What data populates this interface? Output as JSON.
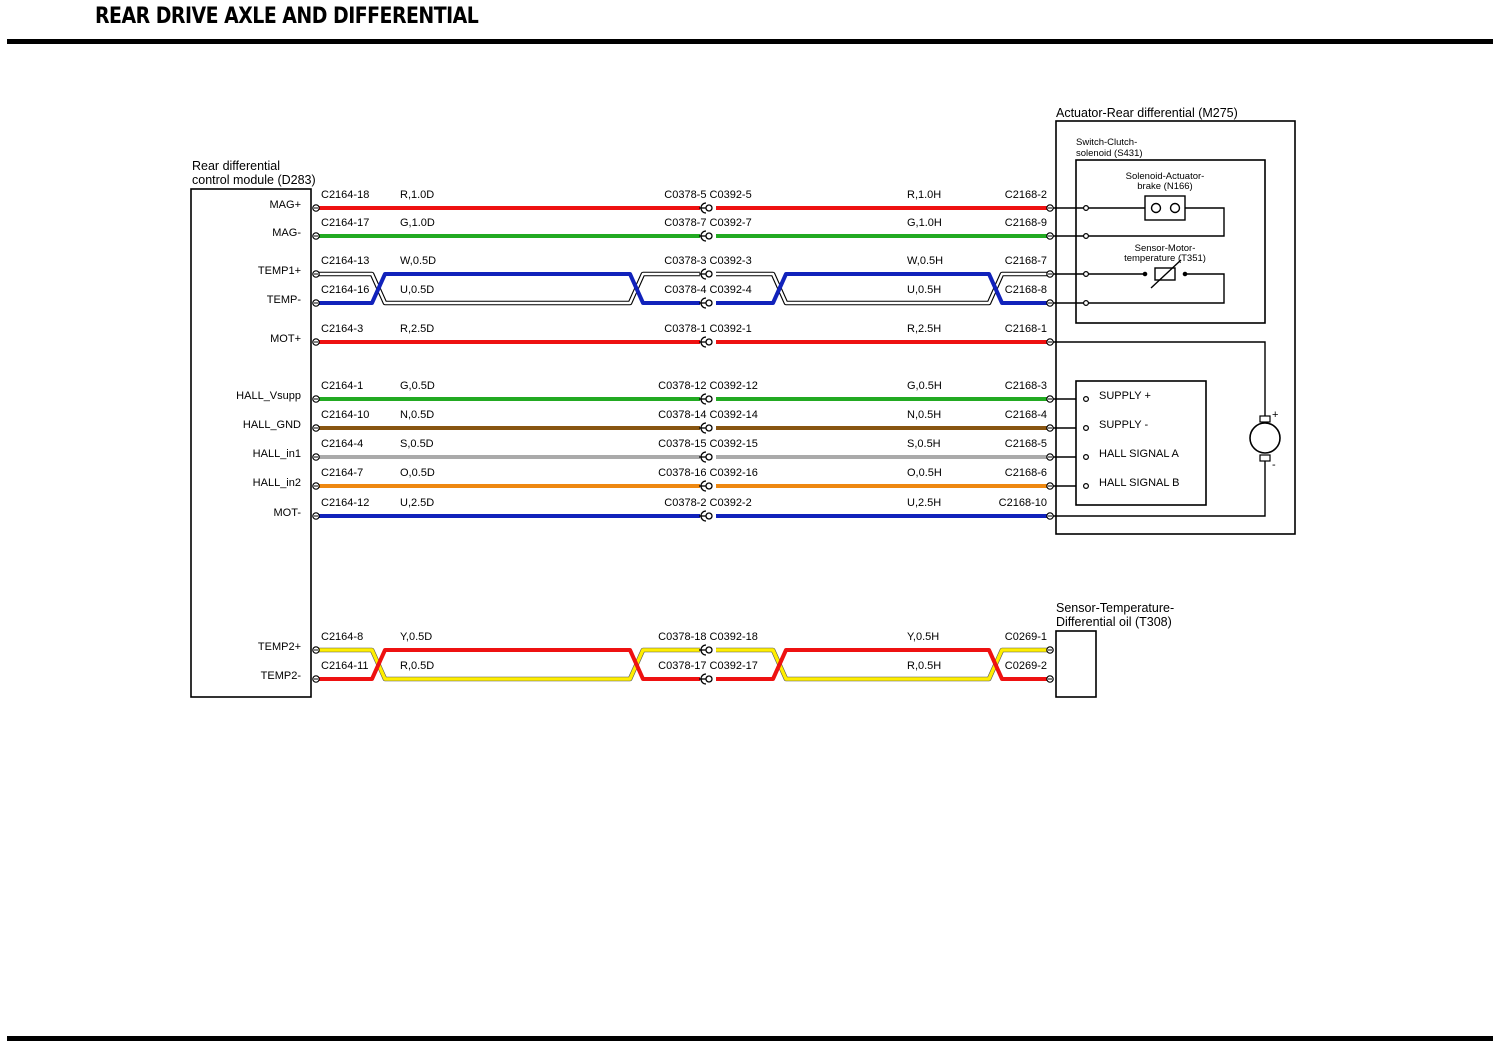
{
  "page": {
    "title": "REAR DRIVE AXLE AND DIFFERENTIAL"
  },
  "colors": {
    "R": "#ee1111",
    "G": "#22aa22",
    "U": "#1122bb",
    "W": "#ffffff",
    "N": "#885511",
    "S": "#aaaaaa",
    "O": "#ee8811",
    "Y": "#ffee00"
  },
  "components": {
    "module": {
      "title_line1": "Rear differential",
      "title_line2": "control module (D283)"
    },
    "actuator": {
      "title": "Actuator-Rear differential (M275)"
    },
    "switch": {
      "title_line1": "Switch-Clutch-",
      "title_line2": "solenoid (S431)"
    },
    "solenoid": {
      "title_line1": "Solenoid-Actuator-",
      "title_line2": "brake (N166)"
    },
    "motor_temp": {
      "title_line1": "Sensor-Motor-",
      "title_line2": "temperature (T351)"
    },
    "hall": {
      "labels": [
        "SUPPLY +",
        "SUPPLY -",
        "HALL SIGNAL A",
        "HALL SIGNAL B"
      ]
    },
    "motor": {
      "plus": "+",
      "minus": "-"
    },
    "oil_temp": {
      "title_line1": "Sensor-Temperature-",
      "title_line2": "Differential oil (T308)"
    }
  },
  "wires": [
    {
      "pin": "MAG+",
      "left_conn": "C2164-18",
      "left_spec": "R,1.0D",
      "inline": "C0378-5 C0392-5",
      "right_spec": "R,1.0H",
      "right_conn": "C2168-2",
      "color": "R"
    },
    {
      "pin": "MAG-",
      "left_conn": "C2164-17",
      "left_spec": "G,1.0D",
      "inline": "C0378-7 C0392-7",
      "right_spec": "G,1.0H",
      "right_conn": "C2168-9",
      "color": "G"
    },
    {
      "pin": "TEMP1+",
      "left_conn": "C2164-13",
      "left_spec": "W,0.5D",
      "inline": "C0378-3 C0392-3",
      "right_spec": "W,0.5H",
      "right_conn": "C2168-7",
      "color": "W"
    },
    {
      "pin": "TEMP-",
      "left_conn": "C2164-16",
      "left_spec": "U,0.5D",
      "inline": "C0378-4 C0392-4",
      "right_spec": "U,0.5H",
      "right_conn": "C2168-8",
      "color": "U"
    },
    {
      "pin": "MOT+",
      "left_conn": "C2164-3",
      "left_spec": "R,2.5D",
      "inline": "C0378-1 C0392-1",
      "right_spec": "R,2.5H",
      "right_conn": "C2168-1",
      "color": "R"
    },
    {
      "pin": "HALL_Vsupp",
      "left_conn": "C2164-1",
      "left_spec": "G,0.5D",
      "inline": "C0378-12 C0392-12",
      "right_spec": "G,0.5H",
      "right_conn": "C2168-3",
      "color": "G"
    },
    {
      "pin": "HALL_GND",
      "left_conn": "C2164-10",
      "left_spec": "N,0.5D",
      "inline": "C0378-14 C0392-14",
      "right_spec": "N,0.5H",
      "right_conn": "C2168-4",
      "color": "N"
    },
    {
      "pin": "HALL_in1",
      "left_conn": "C2164-4",
      "left_spec": "S,0.5D",
      "inline": "C0378-15 C0392-15",
      "right_spec": "S,0.5H",
      "right_conn": "C2168-5",
      "color": "S"
    },
    {
      "pin": "HALL_in2",
      "left_conn": "C2164-7",
      "left_spec": "O,0.5D",
      "inline": "C0378-16 C0392-16",
      "right_spec": "O,0.5H",
      "right_conn": "C2168-6",
      "color": "O"
    },
    {
      "pin": "MOT-",
      "left_conn": "C2164-12",
      "left_spec": "U,2.5D",
      "inline": "C0378-2 C0392-2",
      "right_spec": "U,2.5H",
      "right_conn": "C2168-10",
      "color": "U"
    },
    {
      "pin": "TEMP2+",
      "left_conn": "C2164-8",
      "left_spec": "Y,0.5D",
      "inline": "C0378-18 C0392-18",
      "right_spec": "Y,0.5H",
      "right_conn": "C0269-1",
      "color": "Y"
    },
    {
      "pin": "TEMP2-",
      "left_conn": "C2164-11",
      "left_spec": "R,0.5D",
      "inline": "C0378-17 C0392-17",
      "right_spec": "R,0.5H",
      "right_conn": "C0269-2",
      "color": "R"
    }
  ]
}
